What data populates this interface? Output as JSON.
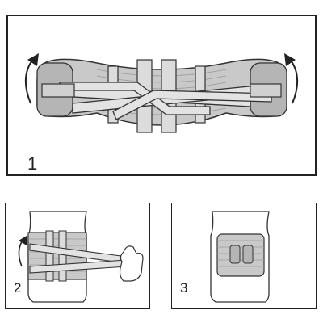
{
  "steps": [
    {
      "number": "1",
      "caption": ""
    },
    {
      "number": "2",
      "caption": ""
    },
    {
      "number": "3",
      "caption": ""
    }
  ],
  "colors": {
    "outline": "#333333",
    "belt_fill": "#c9c9c9",
    "strap_fill": "#dcdcdc",
    "stripe": "#9a9a9a",
    "background": "#ffffff"
  },
  "icons": [
    "curved-arrow-icon",
    "hand-icon"
  ]
}
